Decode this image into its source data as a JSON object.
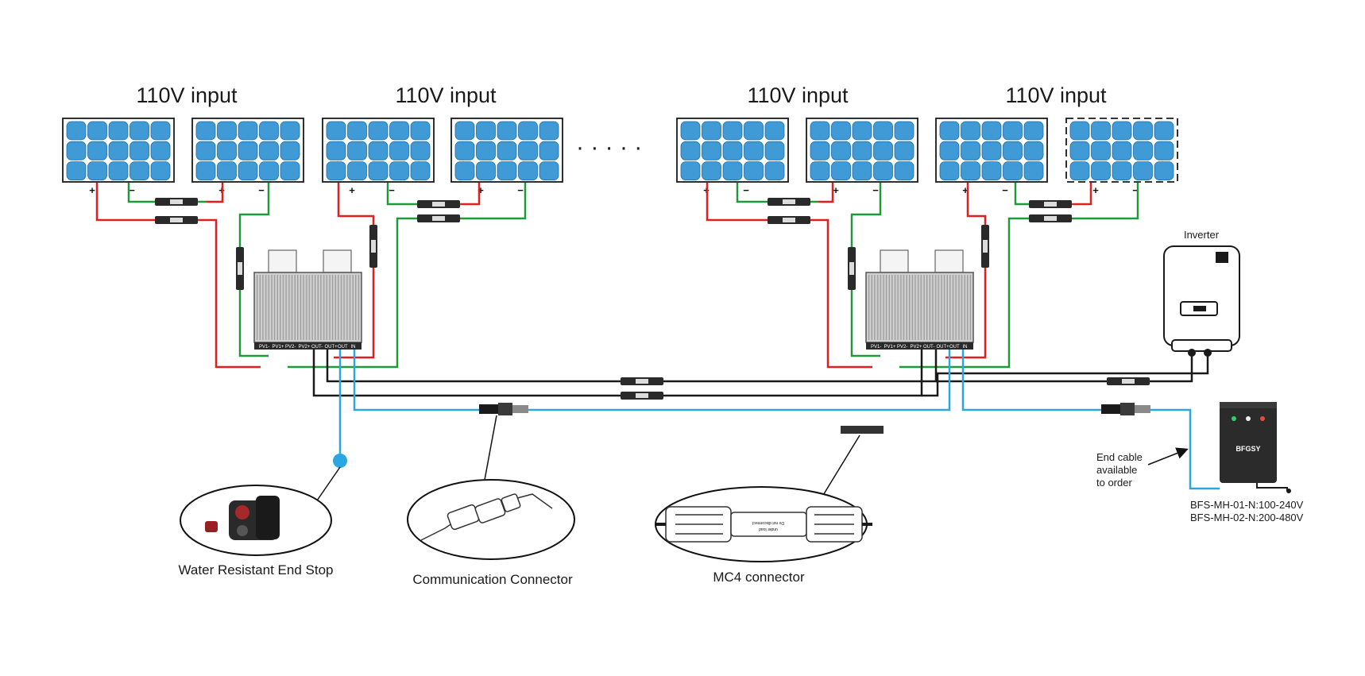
{
  "groups": [
    {
      "title": "110V input"
    },
    {
      "title": "110V input"
    },
    {
      "title": "110V input"
    },
    {
      "title": "110V input"
    }
  ],
  "panel_polarity": {
    "plus": "+",
    "minus": "−"
  },
  "ellipsis": "· · · · ·",
  "microinverter_ports": [
    "PV1-",
    "PV1+",
    "PV2-",
    "PV2+",
    "OUT-",
    "OUT+",
    "OUT",
    "IN"
  ],
  "inverter": {
    "label": "Inverter"
  },
  "end_cable_note": {
    "line1": "End cable",
    "line2": "available",
    "line3": "to order"
  },
  "gateway": {
    "brand": "BFGSY",
    "model_1": "BFS-MH-01-N:100-240V",
    "model_2": "BFS-MH-02-N:200-480V"
  },
  "callouts": {
    "end_stop": "Water Resistant End Stop",
    "comm_connector": "Communication Connector",
    "mc4_connector": "MC4 connector"
  },
  "mc4_inner_text": {
    "line1": "Do not disconnect",
    "line2": "under load"
  },
  "colors": {
    "positive_wire": "#e02020",
    "negative_wire": "#1f9a3a",
    "ac_wire": "#1a1a1a",
    "comm_wire": "#2aa6e0",
    "cell": "#3f9ad6",
    "cell_stroke": "#1e6ea8"
  }
}
